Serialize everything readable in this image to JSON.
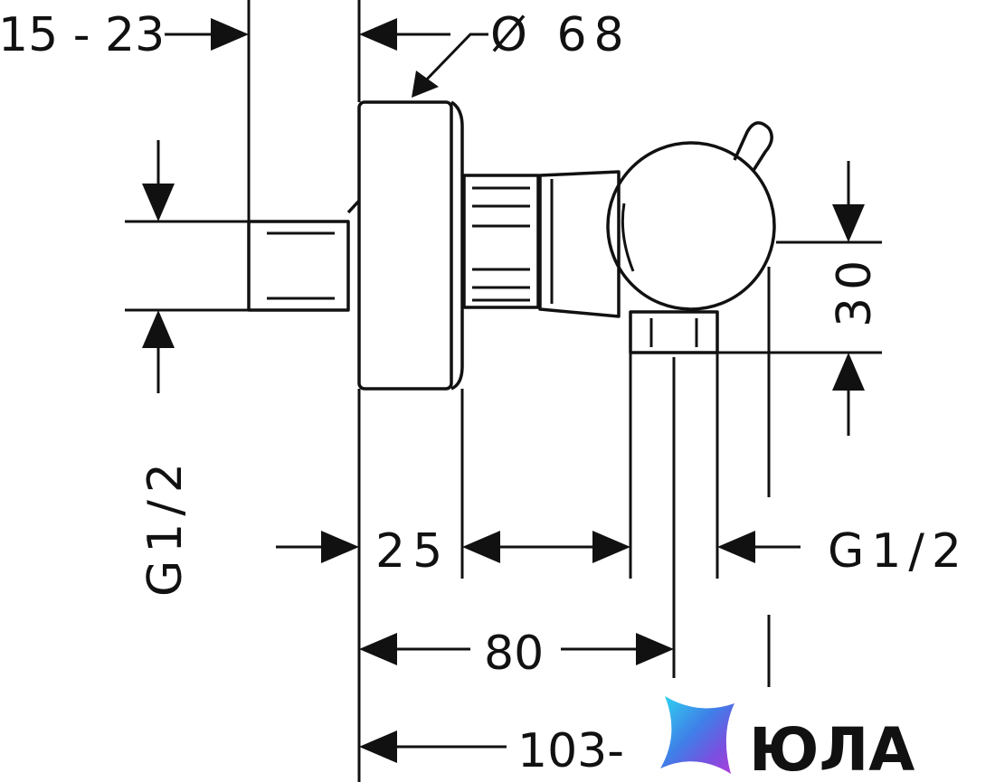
{
  "dimensions": {
    "wall_depth": "15 - 23",
    "diameter": "Ø 68",
    "inlet_thread": "G1/2",
    "outlet_thread": "G1/2",
    "height_30": "30",
    "rosette_depth": "25",
    "length_80": "80",
    "length_103": "103-"
  },
  "logo": {
    "text": "ЮЛА",
    "gradient_colors": [
      "#2fd6f0",
      "#3f7fe8",
      "#7a4fe0",
      "#b03fd8"
    ]
  },
  "colors": {
    "line": "#111111",
    "background": "#ffffff"
  }
}
